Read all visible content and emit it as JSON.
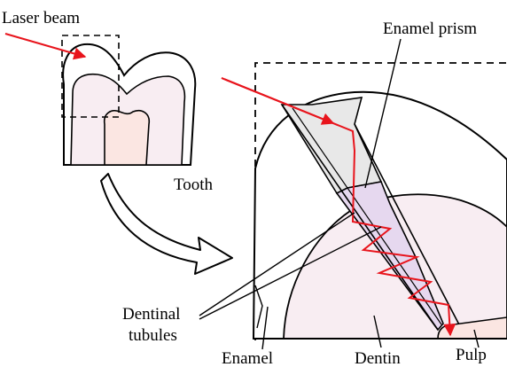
{
  "labels": {
    "laser_beam": "Laser beam",
    "enamel_prism": "Enamel prism",
    "tooth": "Tooth",
    "dentinal_tubules_line1": "Dentinal",
    "dentinal_tubules_line2": "tubules",
    "enamel": "Enamel",
    "dentin": "Dentin",
    "pulp": "Pulp"
  },
  "colors": {
    "laser": "#e8141c",
    "enamel_fill": "#e8e8e8",
    "dentin_fill": "#f8edf2",
    "prism_fill": "#e6d8ef",
    "pulp_fill": "#fbe6e2",
    "outline": "#000000"
  }
}
